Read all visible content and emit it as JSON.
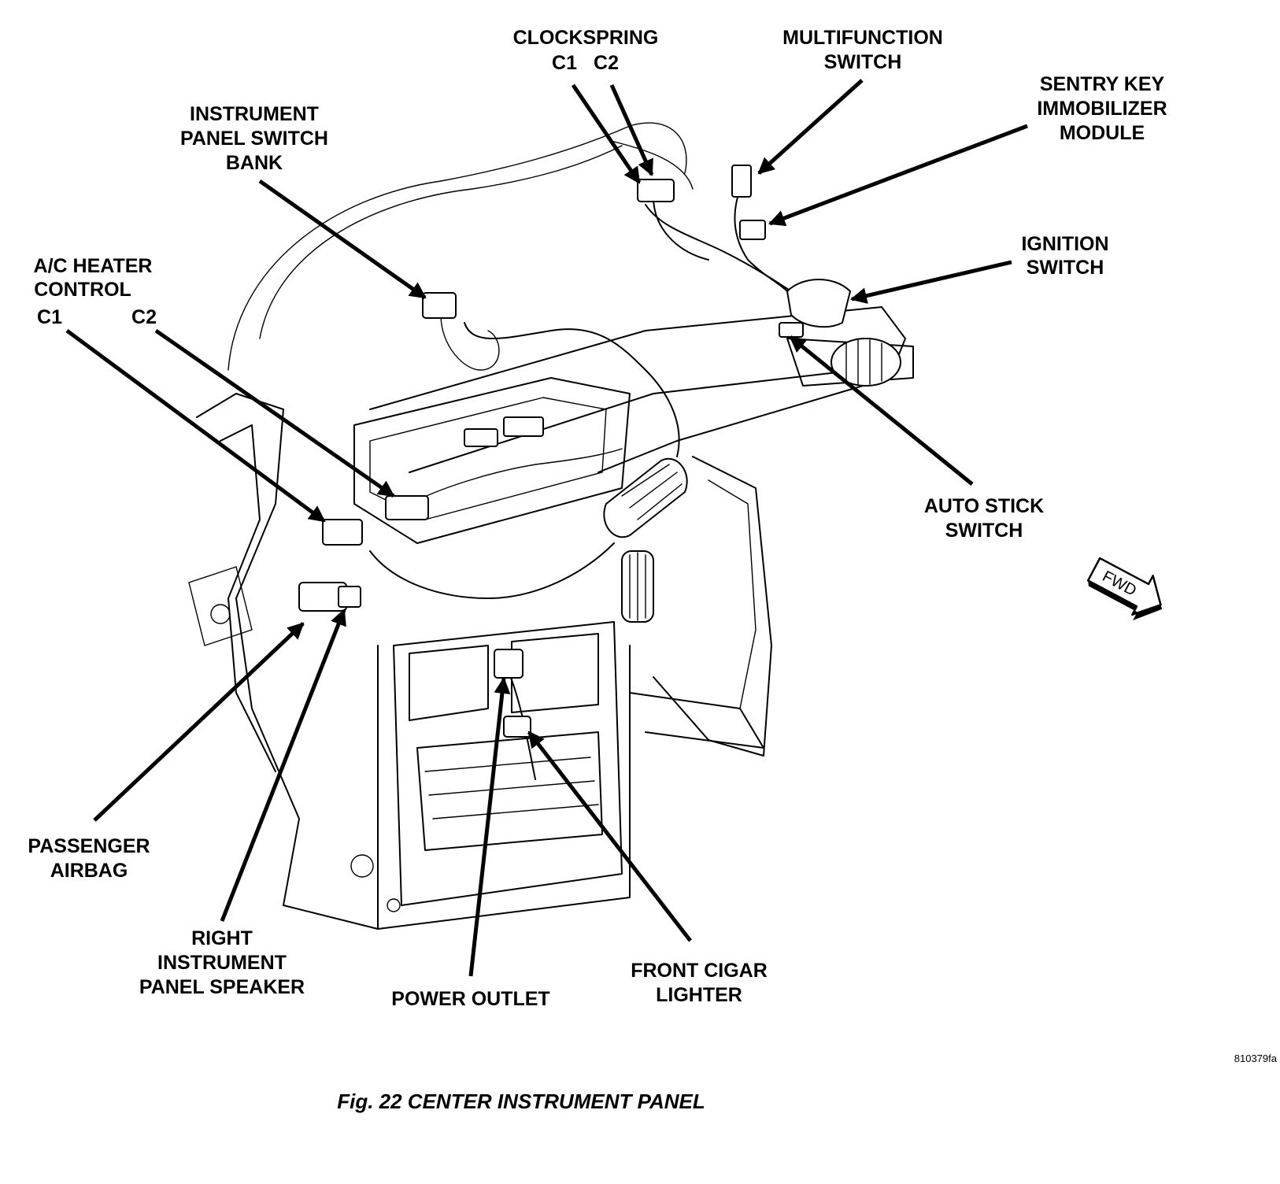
{
  "figure": {
    "caption": "Fig. 22 CENTER INSTRUMENT PANEL",
    "image_code": "810379fa",
    "direction_marker": "FWD"
  },
  "labels": {
    "clockspring": {
      "line1": "CLOCKSPRING",
      "c1": "C1",
      "c2": "C2"
    },
    "multifunction_switch": {
      "line1": "MULTIFUNCTION",
      "line2": "SWITCH"
    },
    "sentry_key": {
      "line1": "SENTRY KEY",
      "line2": "IMMOBILIZER",
      "line3": "MODULE"
    },
    "ignition_switch": {
      "line1": "IGNITION",
      "line2": "SWITCH"
    },
    "auto_stick_switch": {
      "line1": "AUTO STICK",
      "line2": "SWITCH"
    },
    "instrument_panel_switch_bank": {
      "line1": "INSTRUMENT",
      "line2": "PANEL SWITCH",
      "line3": "BANK"
    },
    "ac_heater_control": {
      "line1": "A/C HEATER",
      "line2": "CONTROL",
      "c1": "C1",
      "c2": "C2"
    },
    "passenger_airbag": {
      "line1": "PASSENGER",
      "line2": "AIRBAG"
    },
    "right_instrument_panel_speaker": {
      "line1": "RIGHT",
      "line2": "INSTRUMENT",
      "line3": "PANEL SPEAKER"
    },
    "power_outlet": {
      "line1": "POWER OUTLET"
    },
    "front_cigar_lighter": {
      "line1": "FRONT CIGAR",
      "line2": "LIGHTER"
    }
  },
  "colors": {
    "line": "#000000",
    "background": "#ffffff"
  }
}
